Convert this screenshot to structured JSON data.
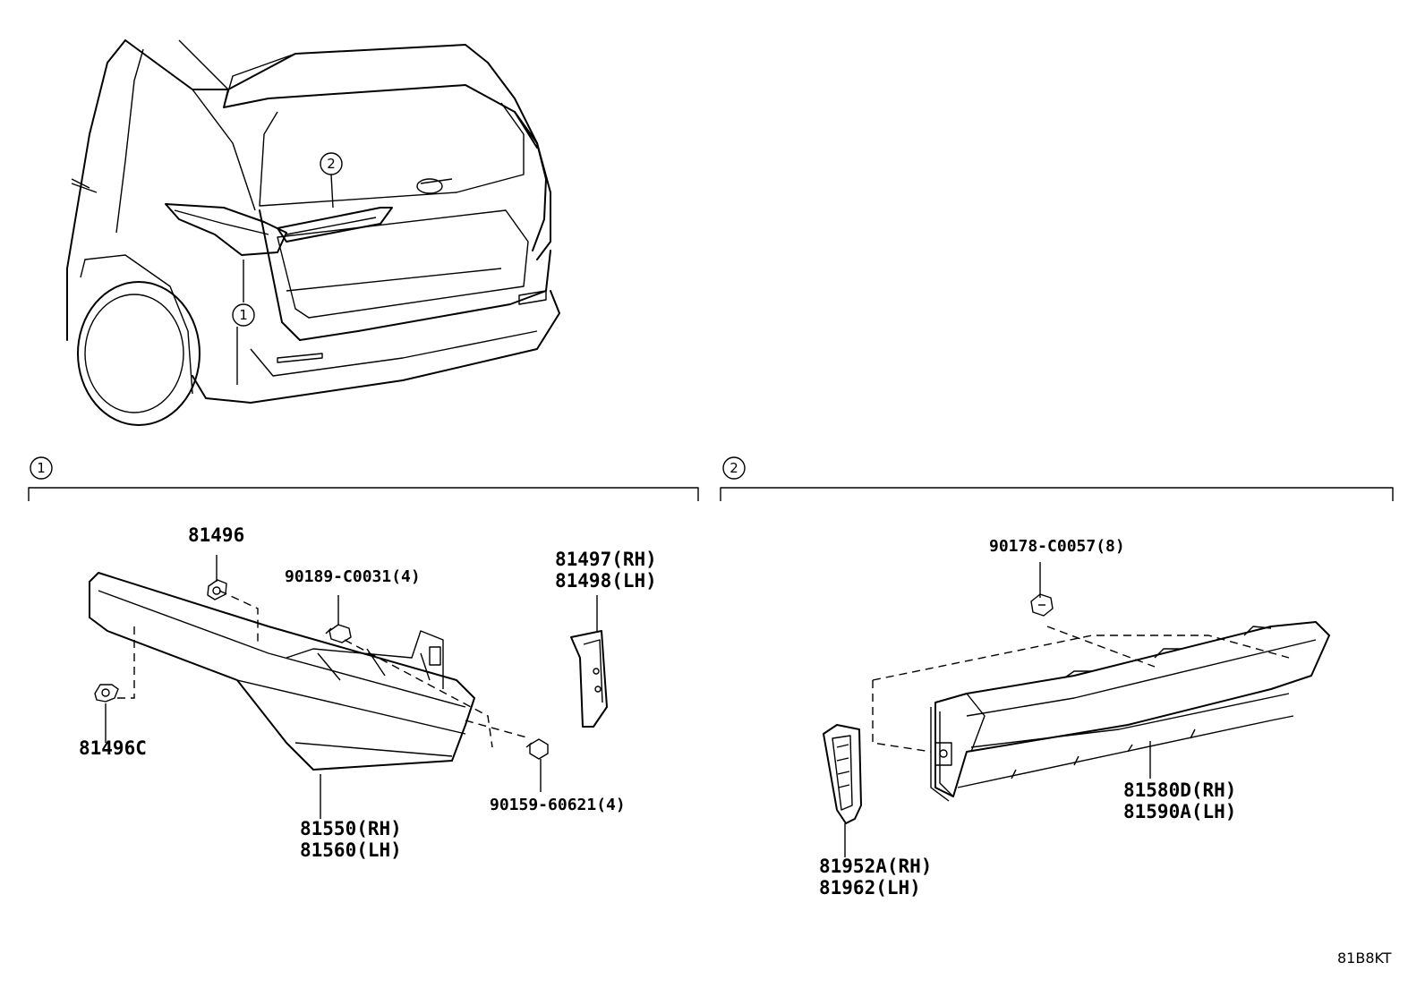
{
  "callouts": {
    "c1": "1",
    "c2": "2"
  },
  "section1": {
    "number": "1",
    "parts": {
      "p81496": "81496",
      "p81496c": "81496C",
      "p90189": "90189-C0031(4)",
      "p90159": "90159-60621(4)",
      "p81497": "81497(RH)",
      "p81498": "81498(LH)",
      "p81550": "81550(RH)",
      "p81560": "81560(LH)"
    }
  },
  "section2": {
    "number": "2",
    "parts": {
      "p90178": "90178-C0057(8)",
      "p81580": "81580D(RH)",
      "p81590": "81590A(LH)",
      "p81952": "81952A(RH)",
      "p81962": "81962(LH)"
    }
  },
  "diagram_code": "81B8KT"
}
